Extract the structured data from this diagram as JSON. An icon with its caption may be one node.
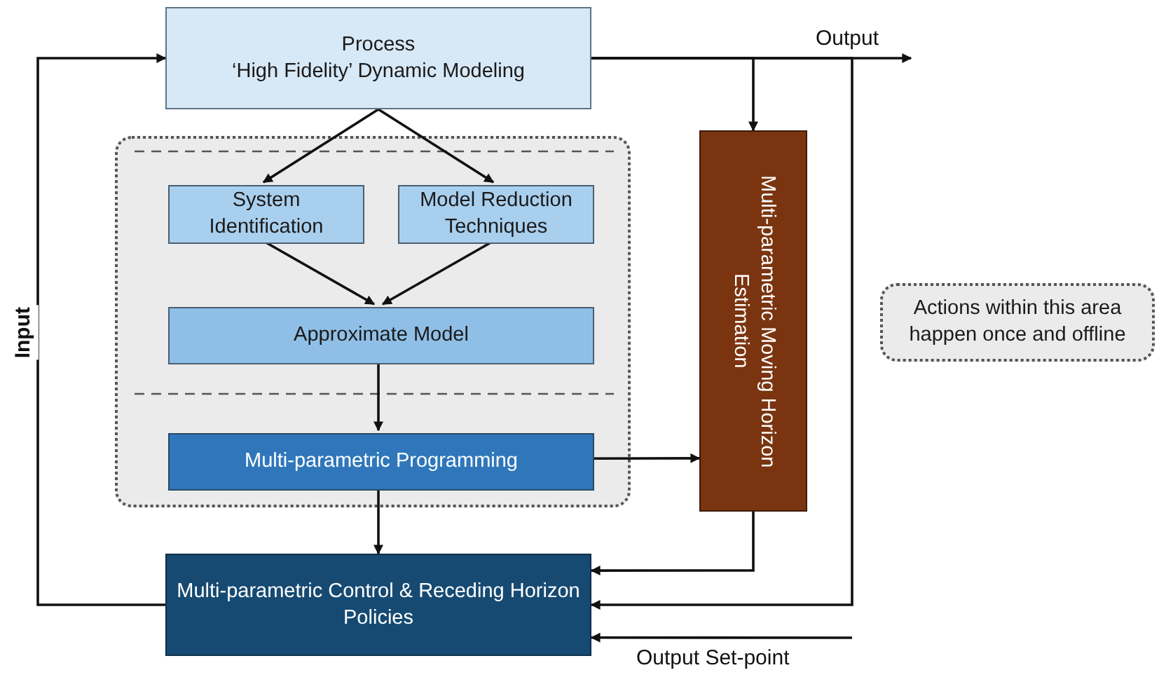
{
  "diagram": {
    "nodes": [
      {
        "text": [
          "Process",
          "‘High Fidelity’ Dynamic Modeling"
        ]
      },
      {
        "text": [],
        "shape": "box"
      },
      {
        "text": [
          "System Identification"
        ],
        "in": 1
      },
      {
        "text": [
          "Model Reduction Techniques"
        ],
        "in": 1
      },
      {
        "text": [
          "Approximate Model"
        ],
        "in": 1
      },
      {
        "text": [
          "Multi-parametric Programming"
        ],
        "in": 1
      },
      {
        "text": [
          "Multi-parametric Moving Horizon Estimation"
        ]
      },
      {
        "text": [
          "Multi-parametric Control & Receding Horizon Policies"
        ]
      },
      {
        "text": [
          "Actions within this area happen once and offline"
        ]
      }
    ],
    "edges": [
      {
        "from": 0,
        "to": 2,
        "arrow": "to"
      },
      {
        "from": 0,
        "to": 3,
        "arrow": "to"
      },
      {
        "from": 2,
        "to": 4,
        "arrow": "to"
      },
      {
        "from": 3,
        "to": 4,
        "arrow": "to"
      },
      {
        "from": 4,
        "to": 5,
        "arrow": "to"
      },
      {
        "from": 5,
        "to": 7,
        "arrow": "to"
      },
      {
        "from": 5,
        "to": 6,
        "arrow": "to"
      },
      {
        "from": 0,
        "to": 6,
        "arrow": "to"
      },
      {
        "from": 0,
        "to": 7,
        "arrow": "to"
      },
      {
        "from": 0,
        "to": null,
        "arrow": "to",
        "label": "Output"
      },
      {
        "from": 6,
        "to": 7,
        "arrow": "to"
      },
      {
        "from": 7,
        "to": 0,
        "arrow": "to",
        "label": "Input"
      },
      {
        "from": null,
        "to": 7,
        "arrow": "to",
        "label": "Output Set-point"
      }
    ]
  }
}
